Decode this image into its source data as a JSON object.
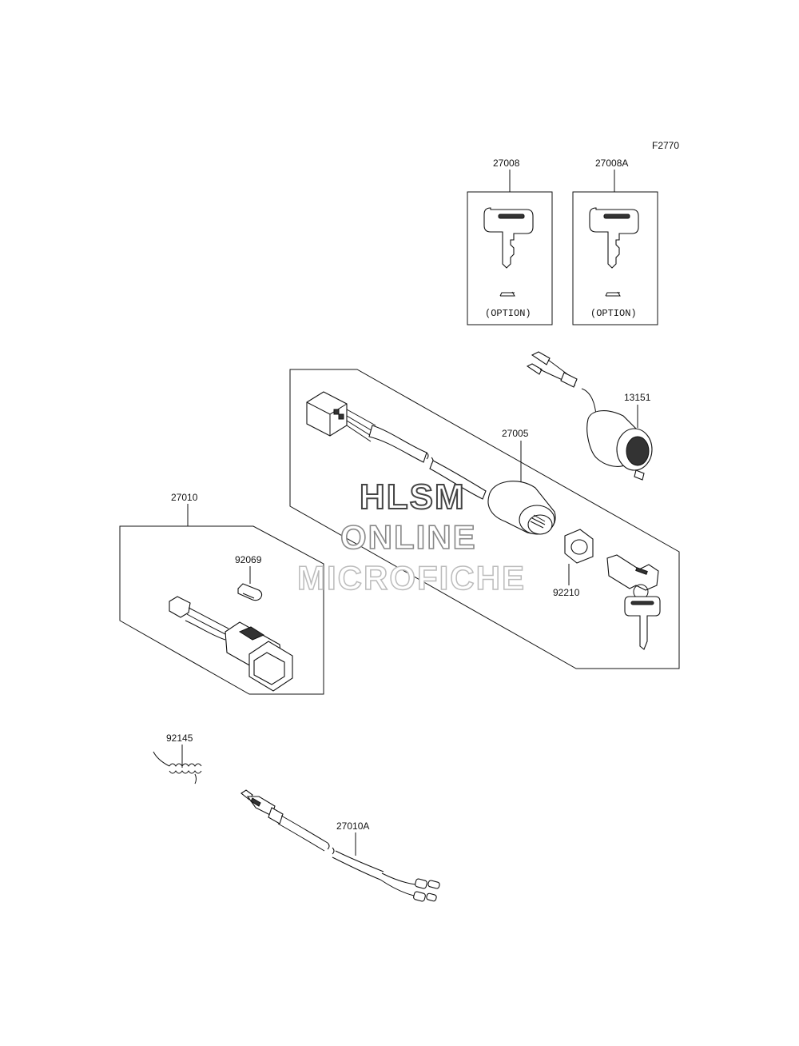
{
  "diagram": {
    "figure_code": "F2770",
    "labels": {
      "p27008": "27008",
      "p27008A": "27008A",
      "p13151": "13151",
      "p27005": "27005",
      "p27010": "27010",
      "p92069": "92069",
      "p92210": "92210",
      "p92145": "92145",
      "p27010A": "27010A"
    },
    "option_text_1": "(OPTION)",
    "option_text_2": "(OPTION)"
  },
  "watermark": {
    "line1": "HLSM",
    "line2": "ONLINE",
    "line3": "MICROFICHE"
  }
}
